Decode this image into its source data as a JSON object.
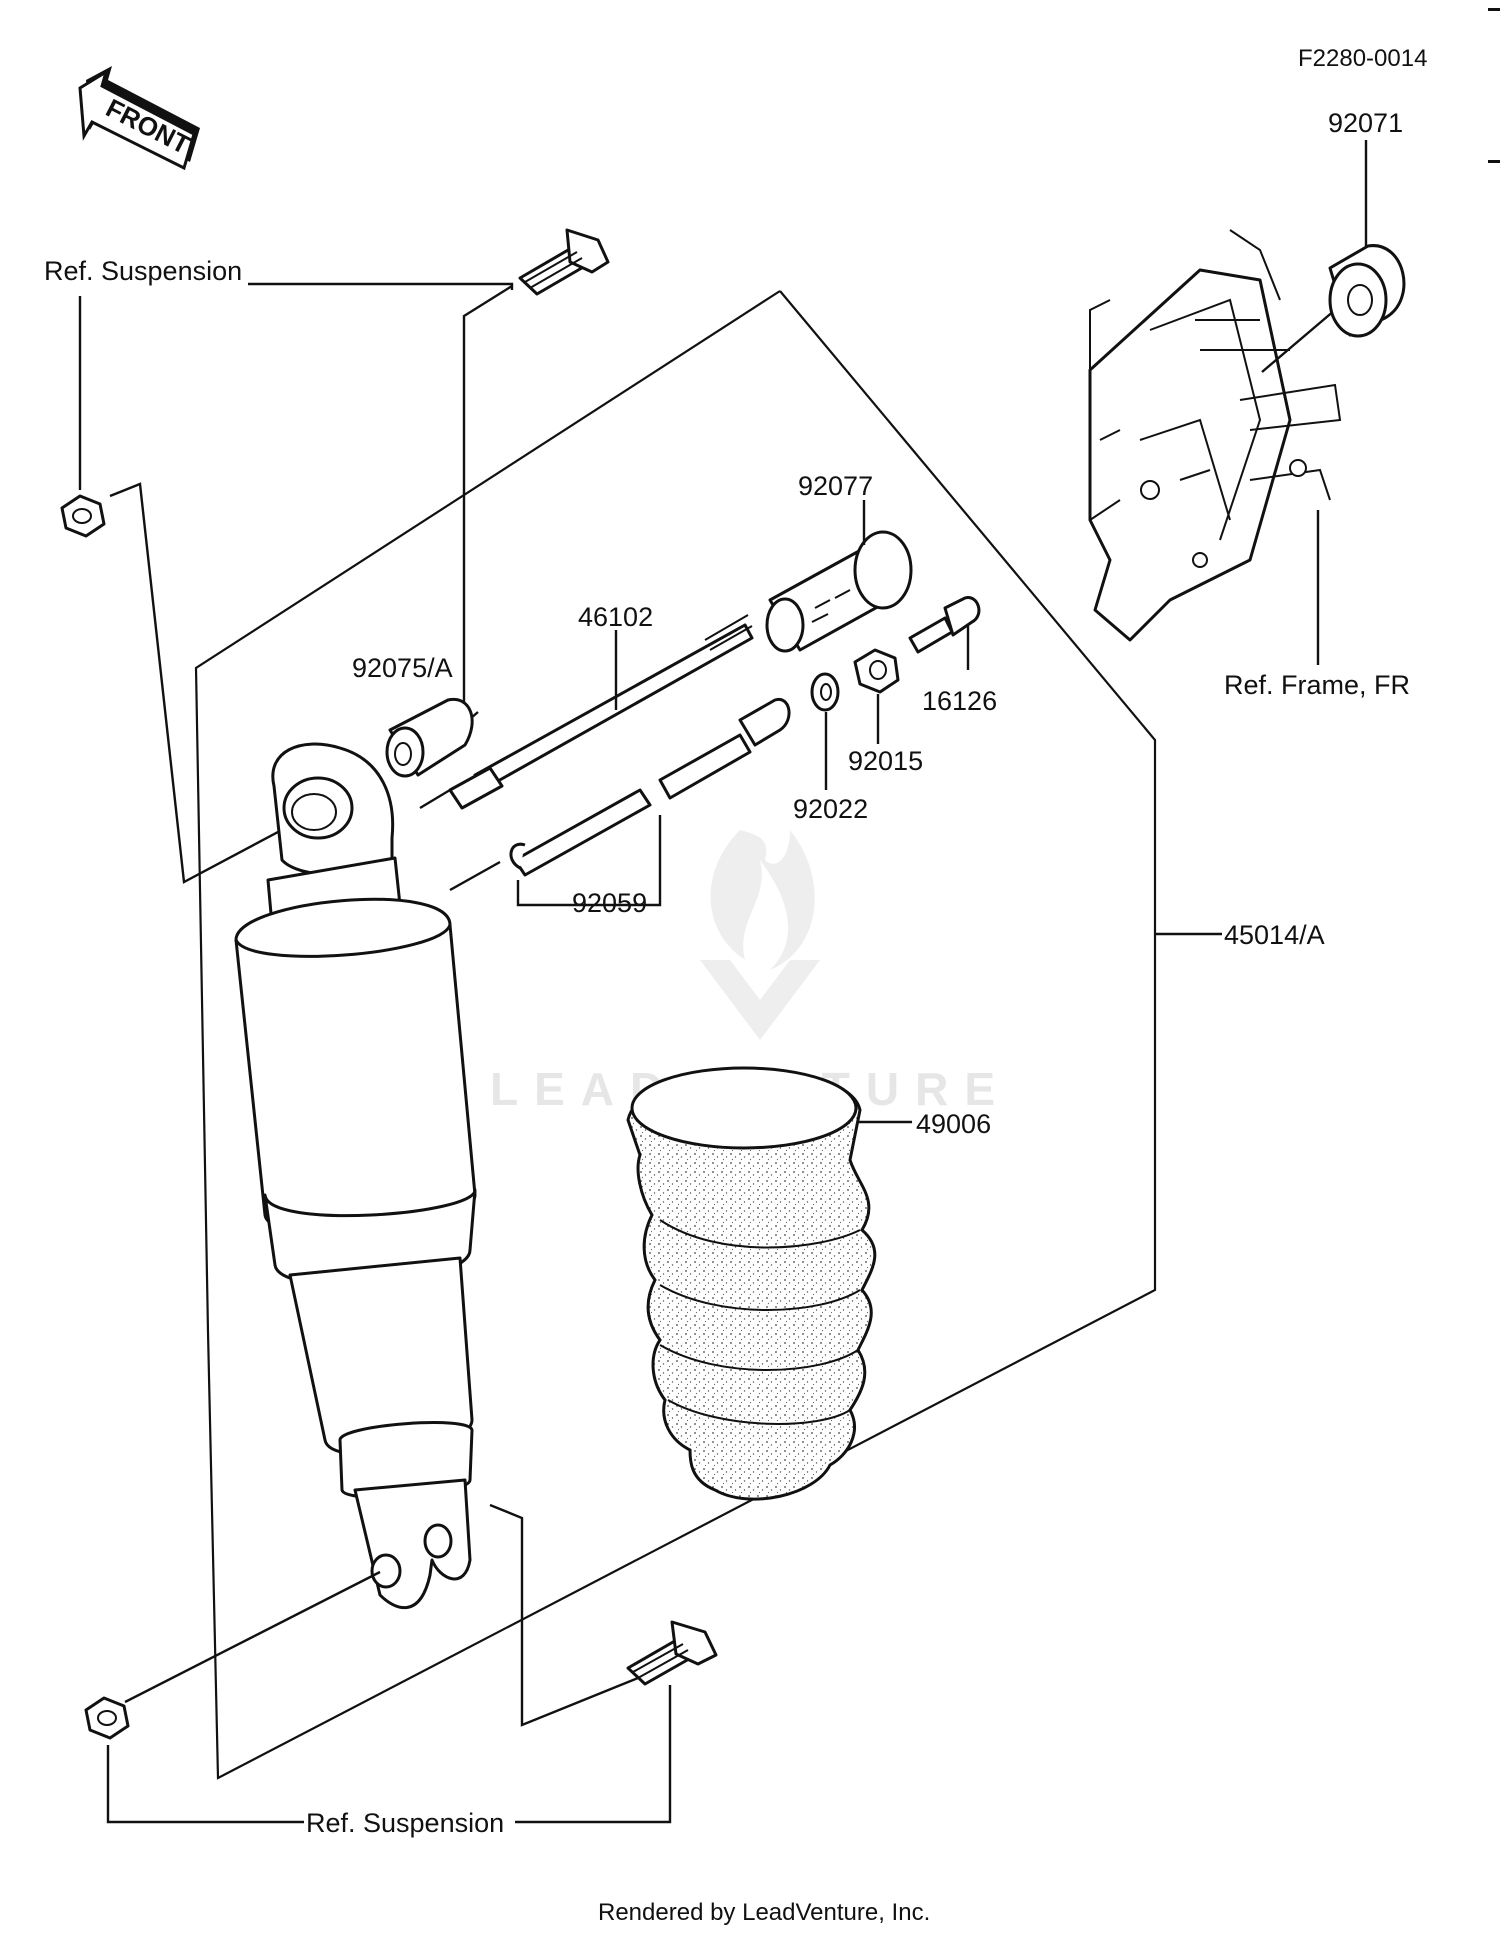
{
  "drawing_code": "F2280-0014",
  "front_label": "FRONT",
  "footer": "Rendered by LeadVenture, Inc.",
  "watermark": "LEADVENTURE",
  "parts": {
    "p92071": "92071",
    "p92077": "92077",
    "p46102": "46102",
    "p92075a": "92075/A",
    "p16126": "16126",
    "p92015": "92015",
    "p92022": "92022",
    "p92059": "92059",
    "p45014a": "45014/A",
    "p49006": "49006"
  },
  "refs": {
    "suspension_top": "Ref. Suspension",
    "suspension_bottom": "Ref. Suspension",
    "frame": "Ref. Frame, FR"
  }
}
